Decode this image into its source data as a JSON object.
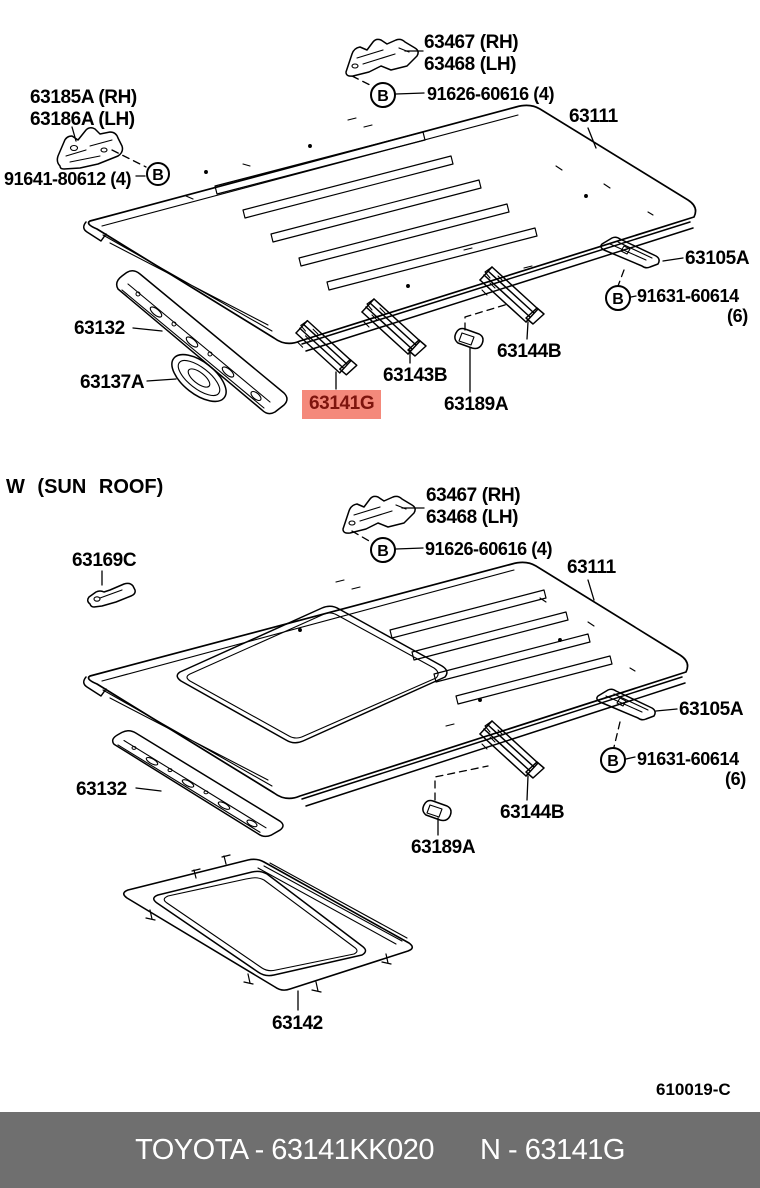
{
  "symbols": {
    "b": "B"
  },
  "highlight": {
    "bg": "#f4897b",
    "fg": "#7e150e"
  },
  "doc_code": "610019-C",
  "footer": {
    "left": "TOYOTA - 63141KK020",
    "right": "N - 63141G"
  },
  "section_top": {
    "labels": {
      "p63467": "63467 (RH)",
      "p63468": "63468 (LH)",
      "p91626": "91626-60616 (4)",
      "p63185": "63185A (RH)",
      "p63186": "63186A (LH)",
      "p91641": "91641-80612 (4)",
      "p63111": "63111",
      "p63105": "63105A",
      "p91631": "91631-60614",
      "p91631_qty": "(6)",
      "p63132": "63132",
      "p63137": "63137A",
      "p63141": "63141G",
      "p63143": "63143B",
      "p63144": "63144B",
      "p63189": "63189A"
    }
  },
  "section_sunroof": {
    "title": "W (SUN ROOF)",
    "labels": {
      "p63467": "63467 (RH)",
      "p63468": "63468 (LH)",
      "p91626": "91626-60616 (4)",
      "p63169": "63169C",
      "p63111": "63111",
      "p63105": "63105A",
      "p91631": "91631-60614",
      "p91631_qty": "(6)",
      "p63132": "63132",
      "p63144": "63144B",
      "p63189": "63189A",
      "p63142": "63142"
    }
  }
}
